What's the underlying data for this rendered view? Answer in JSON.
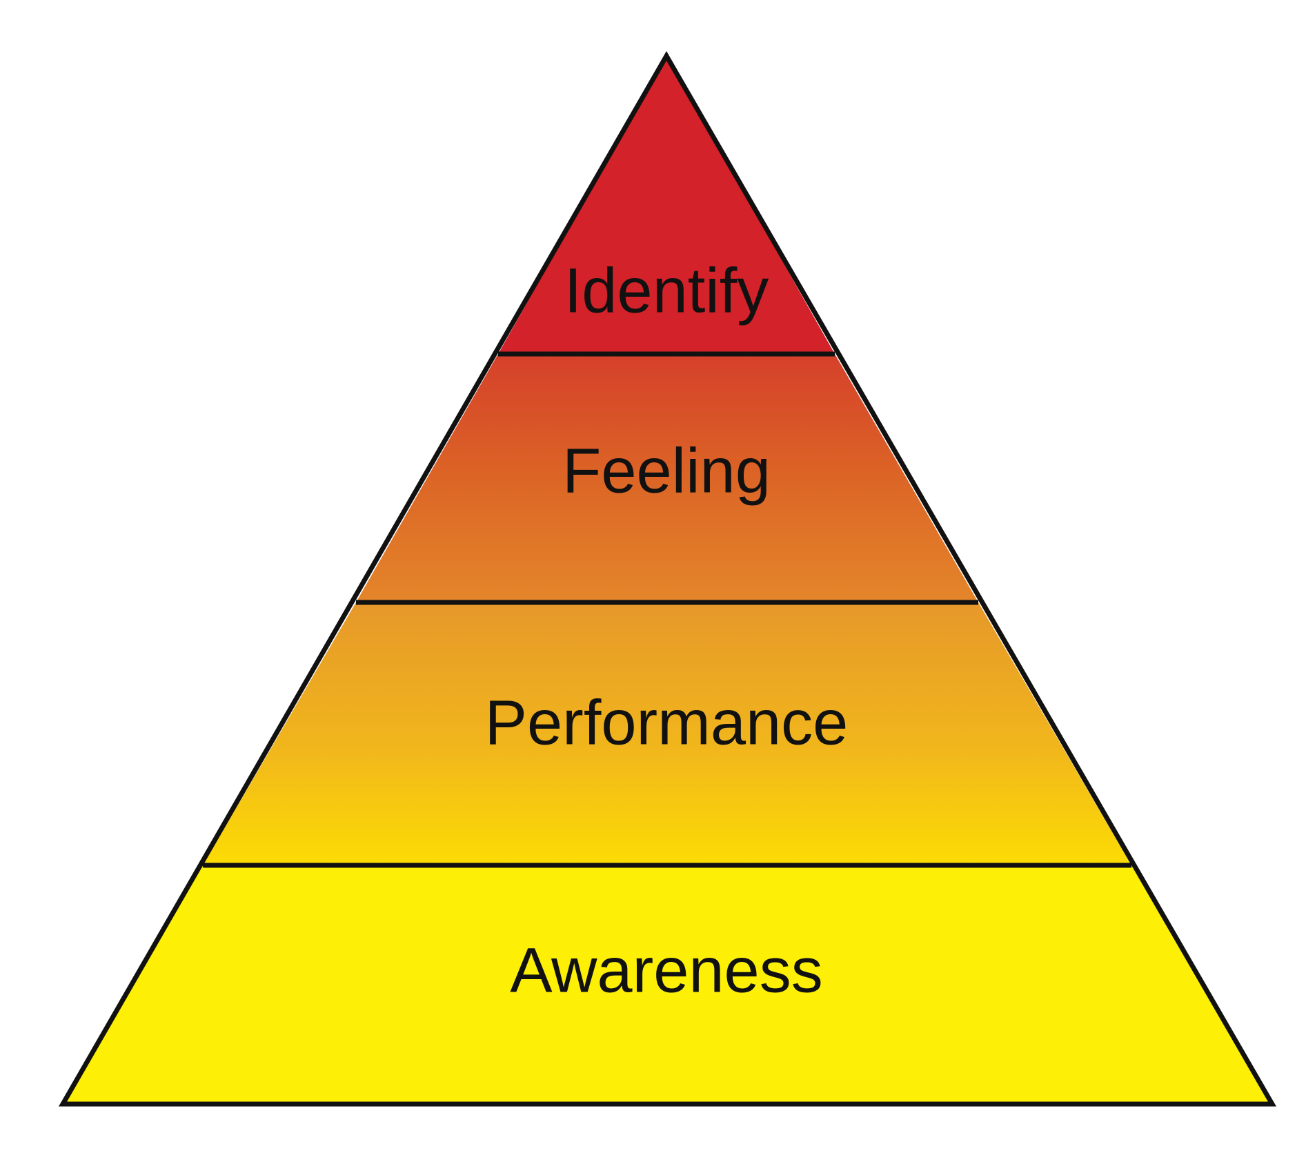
{
  "diagram": {
    "type": "pyramid",
    "tiers": [
      {
        "label": "Identify"
      },
      {
        "label": "Feeling"
      },
      {
        "label": "Performance"
      },
      {
        "label": "Awareness"
      }
    ],
    "colors": {
      "apex_red": "#d32229",
      "upper_orange": "#dc6526",
      "mid_orange": "#e6982a",
      "gold": "#f8d10b",
      "yellow": "#fdef06",
      "outline": "#111111"
    }
  }
}
